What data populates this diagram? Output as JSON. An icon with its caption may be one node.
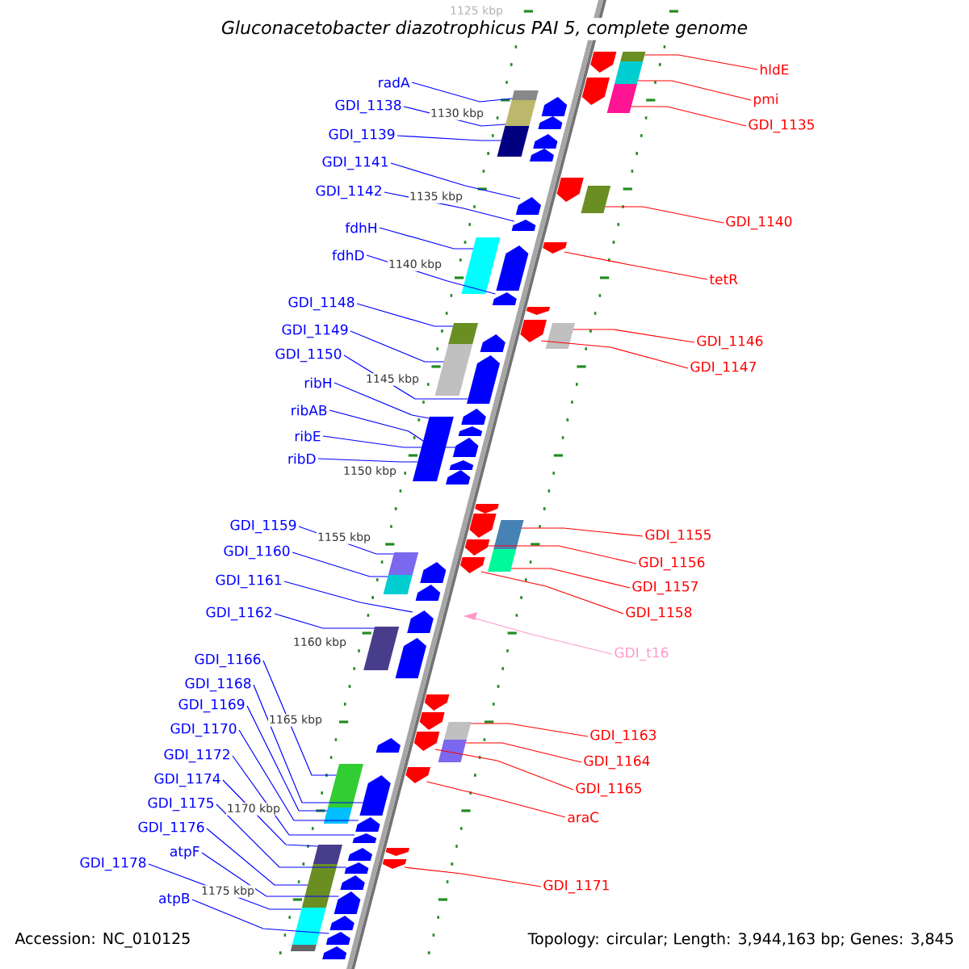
{
  "diagram": {
    "title": "Gluconacetobacter diazotrophicus PAI 5, complete genome",
    "nodes": [
      {
        "text": [
          "radA"
        ]
      },
      {
        "text": [
          "GDI_1138"
        ]
      },
      {
        "text": [
          "GDI_1139"
        ]
      },
      {
        "text": [
          "GDI_1141"
        ]
      },
      {
        "text": [
          "GDI_1142"
        ]
      },
      {
        "text": [
          "fdhH"
        ]
      },
      {
        "text": [
          "fdhD"
        ]
      },
      {
        "text": [
          "GDI_1148"
        ]
      },
      {
        "text": [
          "GDI_1149"
        ]
      },
      {
        "text": [
          "GDI_1150"
        ]
      },
      {
        "text": [
          "ribH"
        ]
      },
      {
        "text": [
          "ribAB"
        ]
      },
      {
        "text": [
          "ribE"
        ]
      },
      {
        "text": [
          "ribD"
        ]
      },
      {
        "text": [
          "GDI_1159"
        ]
      },
      {
        "text": [
          "GDI_1160"
        ]
      },
      {
        "text": [
          "GDI_1161"
        ]
      },
      {
        "text": [
          "GDI_1162"
        ]
      },
      {
        "text": [
          "GDI_1166"
        ]
      },
      {
        "text": [
          "GDI_1168"
        ]
      },
      {
        "text": [
          "GDI_1169"
        ]
      },
      {
        "text": [
          "GDI_1170"
        ]
      },
      {
        "text": [
          "GDI_1172"
        ]
      },
      {
        "text": [
          "GDI_1174"
        ]
      },
      {
        "text": [
          "GDI_1175"
        ]
      },
      {
        "text": [
          "GDI_1176"
        ]
      },
      {
        "text": [
          "atpF"
        ]
      },
      {
        "text": [
          "GDI_1178"
        ]
      },
      {
        "text": [
          "atpB"
        ]
      },
      {
        "text": [
          "hldE"
        ]
      },
      {
        "text": [
          "pmi"
        ]
      },
      {
        "text": [
          "GDI_1135"
        ]
      },
      {
        "text": [
          "GDI_1140"
        ]
      },
      {
        "text": [
          "tetR"
        ]
      },
      {
        "text": [
          "GDI_1146"
        ]
      },
      {
        "text": [
          "GDI_1147"
        ]
      },
      {
        "text": [
          "GDI_1155"
        ]
      },
      {
        "text": [
          "GDI_1156"
        ]
      },
      {
        "text": [
          "GDI_1157"
        ]
      },
      {
        "text": [
          "GDI_1158"
        ]
      },
      {
        "text": [
          "GDI_t16"
        ]
      },
      {
        "text": [
          "GDI_1163"
        ]
      },
      {
        "text": [
          "GDI_1164"
        ]
      },
      {
        "text": [
          "GDI_1165"
        ]
      },
      {
        "text": [
          "araC"
        ]
      },
      {
        "text": [
          "GDI_1171"
        ]
      },
      {
        "text": [],
        "shape": "box"
      },
      {
        "text": [],
        "shape": "box"
      },
      {
        "text": [],
        "shape": "box"
      },
      {
        "text": [],
        "shape": "box"
      },
      {
        "text": [],
        "shape": "box"
      },
      {
        "text": [],
        "shape": "box"
      },
      {
        "text": [],
        "shape": "box"
      },
      {
        "text": [],
        "shape": "box"
      },
      {
        "text": [],
        "shape": "box"
      },
      {
        "text": [],
        "shape": "box"
      },
      {
        "text": [],
        "shape": "box"
      },
      {
        "text": [],
        "shape": "box"
      },
      {
        "text": [],
        "shape": "box"
      },
      {
        "text": [],
        "shape": "box"
      },
      {
        "text": [],
        "shape": "box"
      },
      {
        "text": [],
        "shape": "box"
      },
      {
        "text": [],
        "shape": "box"
      },
      {
        "text": [],
        "shape": "box"
      },
      {
        "text": [],
        "shape": "pentagon"
      },
      {
        "text": [],
        "shape": "pentagon"
      },
      {
        "text": [],
        "shape": "pentagon"
      },
      {
        "text": [],
        "shape": "pentagon"
      },
      {
        "text": [],
        "shape": "pentagon"
      },
      {
        "text": [],
        "shape": "pentagon"
      },
      {
        "text": [],
        "shape": "pentagon"
      },
      {
        "text": [],
        "shape": "pentagon"
      },
      {
        "text": [],
        "shape": "pentagon"
      },
      {
        "text": [],
        "shape": "pentagon"
      },
      {
        "text": [],
        "shape": "pentagon"
      },
      {
        "text": [],
        "shape": "pentagon"
      },
      {
        "text": [],
        "shape": "pentagon"
      },
      {
        "text": [],
        "shape": "pentagon"
      },
      {
        "text": [],
        "shape": "pentagon"
      },
      {
        "text": [],
        "shape": "pentagon"
      },
      {
        "text": [],
        "shape": "pentagon"
      },
      {
        "text": [],
        "shape": "pentagon"
      },
      {
        "text": [],
        "shape": "pentagon"
      },
      {
        "text": [],
        "shape": "pentagon"
      },
      {
        "text": [],
        "shape": "pentagon"
      },
      {
        "text": [],
        "shape": "pentagon"
      },
      {
        "text": [],
        "shape": "pentagon"
      },
      {
        "text": [],
        "shape": "pentagon"
      },
      {
        "text": [],
        "shape": "pentagon"
      },
      {
        "text": [],
        "shape": "pentagon"
      },
      {
        "text": [],
        "shape": "pentagon"
      },
      {
        "text": [],
        "shape": "pentagon"
      },
      {
        "text": [],
        "shape": "pentagon"
      },
      {
        "text": [],
        "shape": "pentagon"
      },
      {
        "text": [],
        "shape": "box"
      },
      {
        "text": [],
        "shape": "box"
      },
      {
        "text": [],
        "shape": "box"
      },
      {
        "text": [],
        "shape": "box"
      },
      {
        "text": [],
        "shape": "box"
      },
      {
        "text": [],
        "shape": "box"
      },
      {
        "text": [],
        "shape": "box"
      },
      {
        "text": [],
        "shape": "box"
      },
      {
        "text": [],
        "shape": "box"
      },
      {
        "text": [],
        "shape": "pentagon"
      },
      {
        "text": [],
        "shape": "pentagon"
      },
      {
        "text": [],
        "shape": "pentagon"
      },
      {
        "text": [],
        "shape": "pentagon"
      },
      {
        "text": [],
        "shape": "pentagon"
      },
      {
        "text": [],
        "shape": "pentagon"
      },
      {
        "text": [],
        "shape": "pentagon"
      },
      {
        "text": [],
        "shape": "pentagon"
      },
      {
        "text": [],
        "shape": "pentagon"
      },
      {
        "text": [],
        "shape": "pentagon"
      },
      {
        "text": [],
        "shape": "pentagon"
      },
      {
        "text": [],
        "shape": "pentagon"
      },
      {
        "text": [],
        "shape": "pentagon"
      },
      {
        "text": [],
        "shape": "pentagon"
      },
      {
        "text": [],
        "shape": "pentagon"
      },
      {
        "text": [],
        "shape": "pentagon"
      },
      {
        "text": [],
        "shape": "triangle"
      }
    ],
    "edges": [
      {
        "from": 0,
        "to": 46,
        "arrow": "none"
      },
      {
        "from": 1,
        "to": 47,
        "arrow": "none"
      },
      {
        "from": 2,
        "to": 48,
        "arrow": "none"
      },
      {
        "from": 3,
        "to": 68,
        "arrow": "none"
      },
      {
        "from": 4,
        "to": 69,
        "arrow": "none"
      },
      {
        "from": 5,
        "to": 49,
        "arrow": "none"
      },
      {
        "from": 6,
        "to": 71,
        "arrow": "none"
      },
      {
        "from": 7,
        "to": 50,
        "arrow": "none"
      },
      {
        "from": 8,
        "to": 51,
        "arrow": "none"
      },
      {
        "from": 9,
        "to": 73,
        "arrow": "none"
      },
      {
        "from": 10,
        "to": 52,
        "arrow": "none"
      },
      {
        "from": 11,
        "to": 53,
        "arrow": "none"
      },
      {
        "from": 12,
        "to": 76,
        "arrow": "none"
      },
      {
        "from": 13,
        "to": 54,
        "arrow": "none"
      },
      {
        "from": 14,
        "to": 55,
        "arrow": "none"
      },
      {
        "from": 15,
        "to": 56,
        "arrow": "none"
      },
      {
        "from": 16,
        "to": 81,
        "arrow": "none"
      },
      {
        "from": 17,
        "to": 57,
        "arrow": "none"
      },
      {
        "from": 18,
        "to": 58,
        "arrow": "none"
      },
      {
        "from": 19,
        "to": 84,
        "arrow": "none"
      },
      {
        "from": 20,
        "to": 59,
        "arrow": "none"
      },
      {
        "from": 21,
        "to": 85,
        "arrow": "none"
      },
      {
        "from": 22,
        "to": 86,
        "arrow": "none"
      },
      {
        "from": 23,
        "to": 60,
        "arrow": "none"
      },
      {
        "from": 24,
        "to": 88,
        "arrow": "none"
      },
      {
        "from": 25,
        "to": 61,
        "arrow": "none"
      },
      {
        "from": 26,
        "to": 90,
        "arrow": "none"
      },
      {
        "from": 27,
        "to": 62,
        "arrow": "none"
      },
      {
        "from": 28,
        "to": 92,
        "arrow": "none"
      },
      {
        "from": 29,
        "to": 94,
        "arrow": "none",
        "color": "#ff0000"
      },
      {
        "from": 30,
        "to": 95,
        "arrow": "none",
        "color": "#ff0000"
      },
      {
        "from": 31,
        "to": 96,
        "arrow": "none",
        "color": "#ff0000"
      },
      {
        "from": 32,
        "to": 97,
        "arrow": "none",
        "color": "#ff0000"
      },
      {
        "from": 33,
        "to": 106,
        "arrow": "none",
        "color": "#ff0000"
      },
      {
        "from": 34,
        "to": 98,
        "arrow": "none",
        "color": "#ff0000"
      },
      {
        "from": 35,
        "to": 108,
        "arrow": "none",
        "color": "#ff0000"
      },
      {
        "from": 36,
        "to": 99,
        "arrow": "none",
        "color": "#ff0000"
      },
      {
        "from": 37,
        "to": 111,
        "arrow": "none",
        "color": "#ff0000"
      },
      {
        "from": 38,
        "to": 100,
        "arrow": "none",
        "color": "#ff0000"
      },
      {
        "from": 39,
        "to": 112,
        "arrow": "none",
        "color": "#ff0000"
      },
      {
        "from": 40,
        "to": 119,
        "arrow": "none",
        "color": "#ff99cc"
      },
      {
        "from": 41,
        "to": 101,
        "arrow": "none",
        "color": "#ff0000"
      },
      {
        "from": 42,
        "to": 102,
        "arrow": "none",
        "color": "#ff0000"
      },
      {
        "from": 43,
        "to": 115,
        "arrow": "none",
        "color": "#ff0000"
      },
      {
        "from": 44,
        "to": 116,
        "arrow": "none",
        "color": "#ff0000"
      },
      {
        "from": 45,
        "to": 118,
        "arrow": "none",
        "color": "#ff0000"
      }
    ],
    "labels": [
      "1125 kbp",
      "1130 kbp",
      "1135 kbp",
      "1140 kbp",
      "1145 kbp",
      "1150 kbp",
      "1155 kbp",
      "1160 kbp",
      "1165 kbp",
      "1170 kbp",
      "1175 kbp",
      "Accession: NC_010125",
      "Topology: circular; Length: 3,944,163 bp; Genes: 3,845"
    ]
  }
}
